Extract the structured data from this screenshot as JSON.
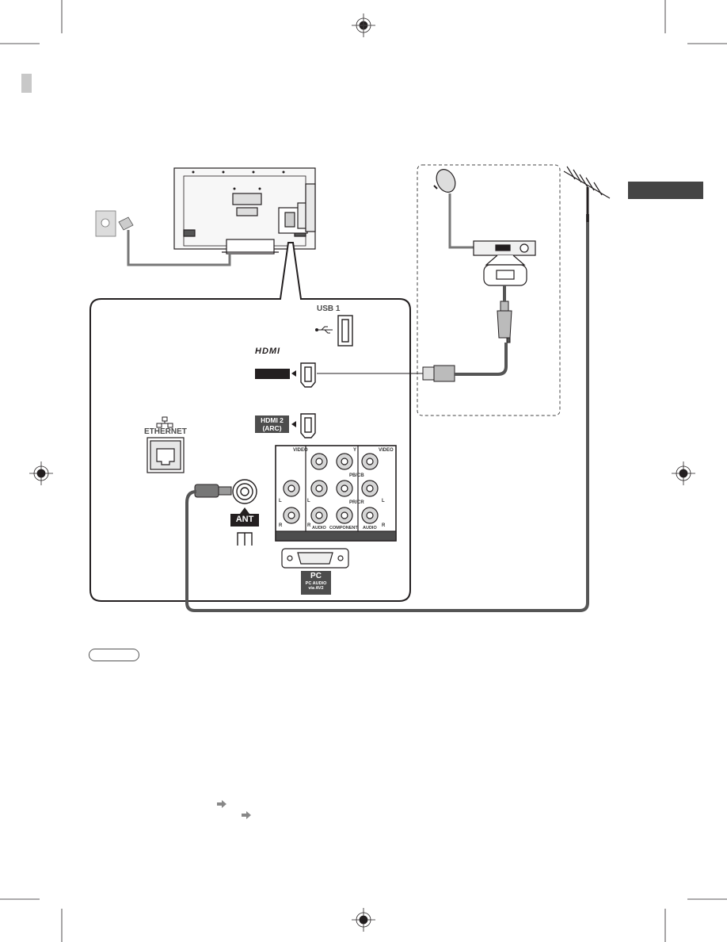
{
  "ports": {
    "usb": "USB 1",
    "hdmi_logo": "HDMI",
    "hdmi2_line1": "HDMI 2",
    "hdmi2_line2": "(ARC)",
    "ethernet": "ETHERNET",
    "ant": "ANT",
    "pc": "PC",
    "pc_audio_line1": "PC AUDIO",
    "pc_audio_line2": "via AV2"
  },
  "av_block": {
    "video_left": "VIDEO",
    "y": "Y",
    "video_right": "VIDEO",
    "pb_cb": "PB/CB",
    "pr_cr": "PR/CR",
    "l_left": "L",
    "l_mid": "L",
    "l_right": "L",
    "r_left": "R",
    "r_mid": "R",
    "r_right": "R",
    "audio_mid": "AUDIO",
    "component": "COMPONENT",
    "audio_right": "AUDIO"
  },
  "colors": {
    "line": "#231f20",
    "cable": "#555555",
    "badge": "#4d4d4d",
    "panel_fill": "#f4f4f4"
  }
}
